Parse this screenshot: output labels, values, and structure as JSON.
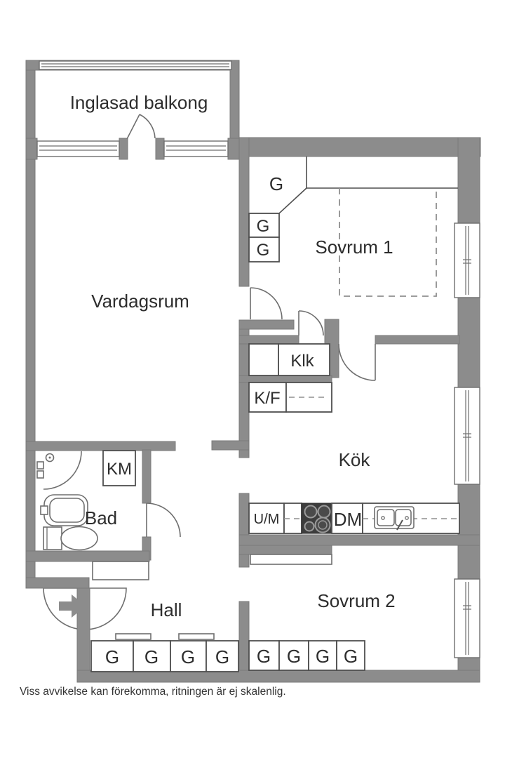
{
  "colors": {
    "wall": "#8c8c8c",
    "wall_outline": "#7a7a7a",
    "fixture_line": "#6e6e6e",
    "box_outline": "#4f4f4f",
    "dash": "#8f8f8f",
    "text": "#2d2d2d",
    "stove_body": "#3d3d3d",
    "stove_burner": "#9b9b9b",
    "background": "#ffffff"
  },
  "rooms": {
    "balcony": "Inglasad balkong",
    "living_room": "Vardagsrum",
    "bedroom1": "Sovrum 1",
    "walk_in_closet": "Klk",
    "kitchen": "Kök",
    "bathroom": "Bad",
    "hall": "Hall",
    "bedroom2": "Sovrum 2"
  },
  "labels": {
    "wardrobe": "G",
    "fridge_freezer": "K/F",
    "washing_machine": "KM",
    "oven_microwave": "U/M",
    "dishwasher": "DM"
  },
  "footer": {
    "disclaimer": "Viss avvikelse kan förekomma, ritningen är ej skalenlig."
  }
}
